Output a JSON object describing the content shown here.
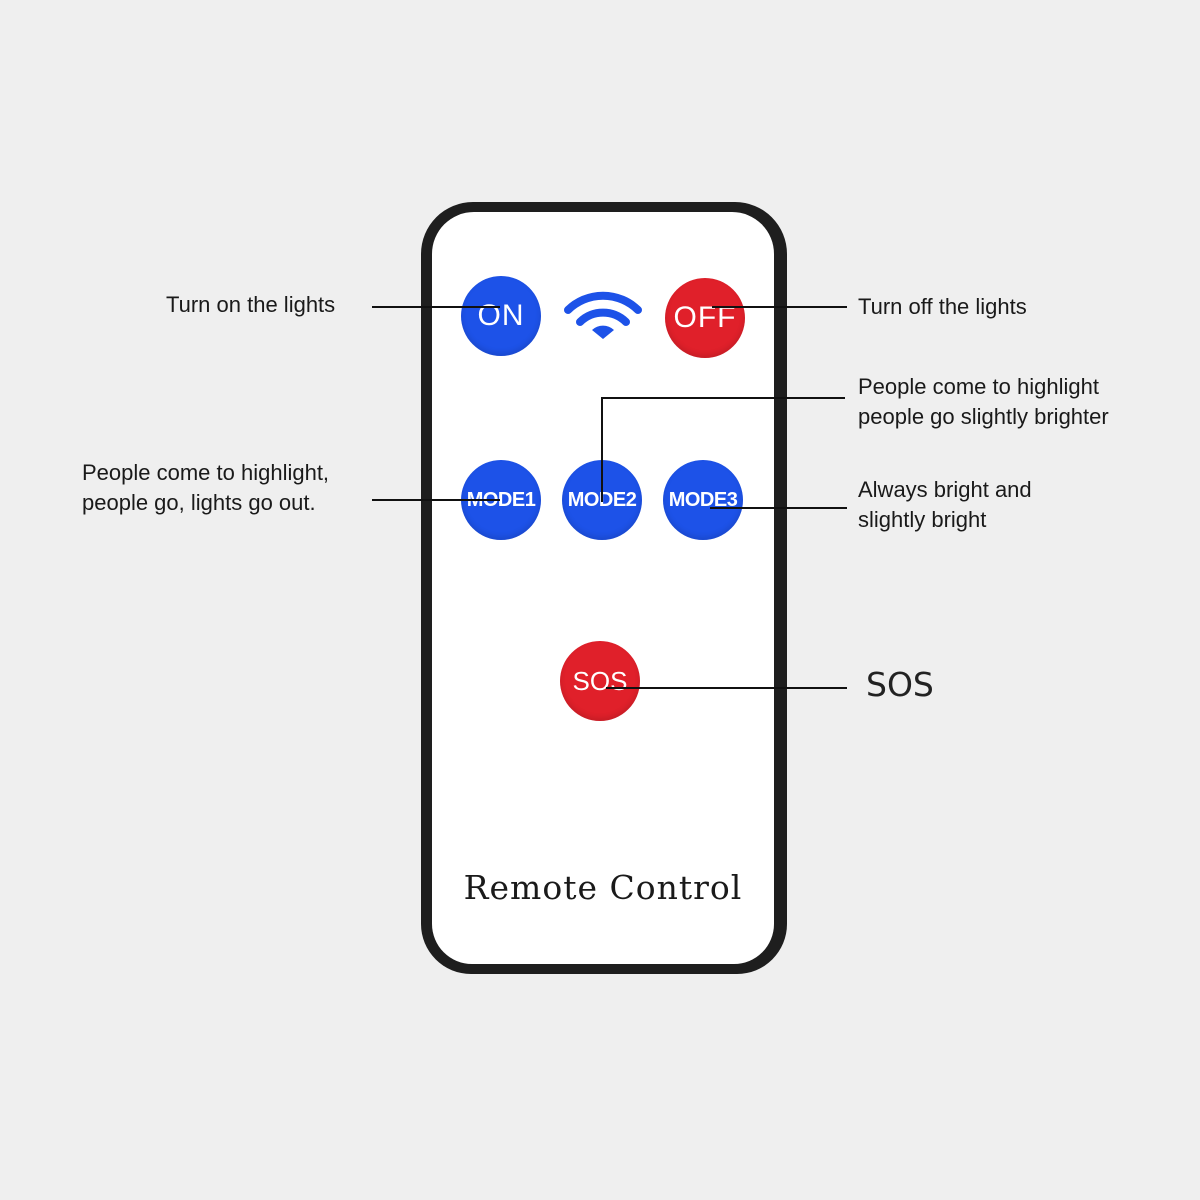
{
  "remote": {
    "brand_label": "Remote Control",
    "buttons": {
      "on": "ON",
      "off": "OFF",
      "mode1": "MODE1",
      "mode2": "MODE2",
      "mode3": "MODE3",
      "sos": "SOS"
    },
    "signal_icon": "wifi-icon"
  },
  "annotations": {
    "on": "Turn on the lights",
    "off": "Turn off the lights",
    "mode1_line1": "People come to highlight,",
    "mode1_line2": "people go, lights go out.",
    "mode2_line1": "People come to highlight",
    "mode2_line2": "people go slightly brighter",
    "mode3_line1": "Always bright and",
    "mode3_line2": "slightly bright",
    "sos": "SOS"
  },
  "colors": {
    "background": "#efefef",
    "button_blue": "#1d52e8",
    "button_red": "#e0202a",
    "remote_body": "#1e1e1e"
  }
}
